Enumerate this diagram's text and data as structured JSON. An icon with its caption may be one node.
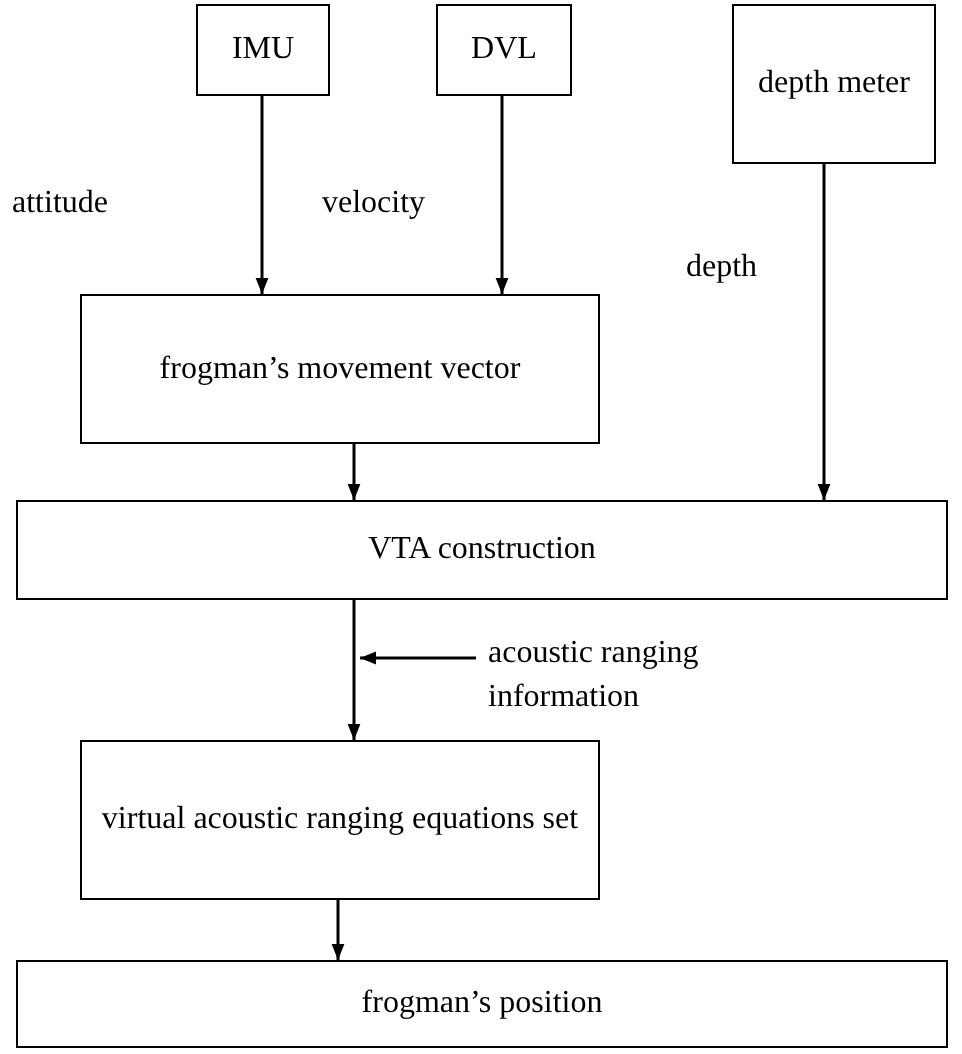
{
  "diagram": {
    "nodes": [
      {
        "text": [
          "IMU"
        ]
      },
      {
        "text": [
          "DVL"
        ]
      },
      {
        "text": [
          "depth meter"
        ]
      },
      {
        "text": [
          "frogman’s movement vector"
        ]
      },
      {
        "text": [
          "VTA construction"
        ]
      },
      {
        "text": [
          "acoustic ranging information"
        ]
      },
      {
        "text": [
          "virtual acoustic ranging equations set"
        ]
      },
      {
        "text": [
          "frogman’s position"
        ]
      }
    ],
    "edges": [
      {
        "from": 0,
        "to": 3,
        "arrow": "to",
        "label": "attitude"
      },
      {
        "from": 1,
        "to": 3,
        "arrow": "to",
        "label": "velocity"
      },
      {
        "from": 2,
        "to": 4,
        "arrow": "to",
        "label": "depth"
      },
      {
        "from": 3,
        "to": 4,
        "arrow": "to"
      },
      {
        "from": 4,
        "to": 6,
        "arrow": "to"
      },
      {
        "from": 5,
        "to": null,
        "arrow": "to"
      },
      {
        "from": 6,
        "to": 7,
        "arrow": "to"
      }
    ]
  }
}
